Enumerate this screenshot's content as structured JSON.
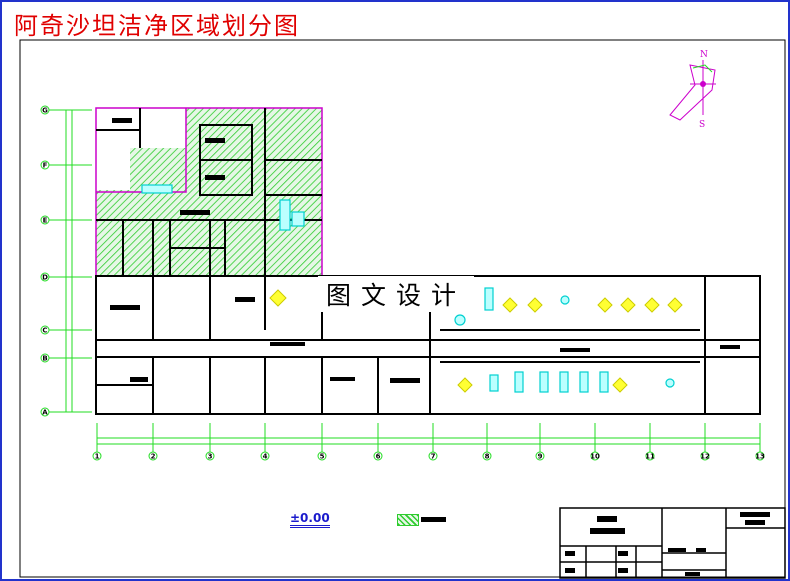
{
  "title": "阿奇沙坦洁净区域划分图",
  "watermark": "图文设计",
  "compass": {
    "north": "N",
    "south": "S"
  },
  "grid": {
    "columns": [
      "1",
      "2",
      "3",
      "4",
      "5",
      "6",
      "7",
      "8",
      "9",
      "10",
      "11",
      "12",
      "13"
    ],
    "rows": [
      "G",
      "F",
      "E",
      "D",
      "C",
      "B",
      "A"
    ]
  },
  "elevation_mark": "±0.00",
  "colors": {
    "title": "#e00000",
    "hatch": "#2ecc2e",
    "clean_boundary": "#cc00cc",
    "equipment": "#00e0e0",
    "grid": "#22dd22",
    "accent_yellow": "#ffff33"
  }
}
